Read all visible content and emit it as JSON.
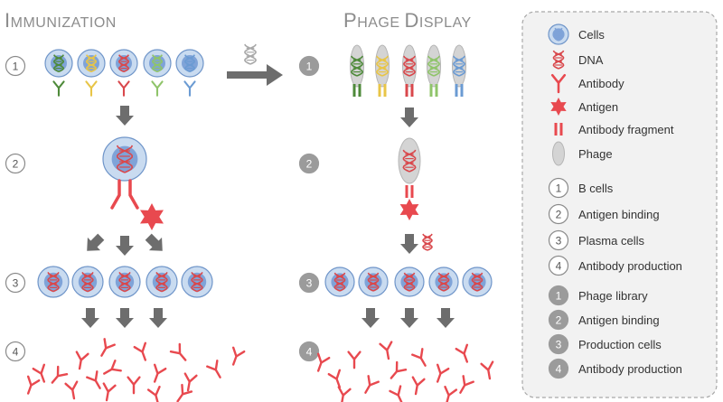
{
  "left_title": {
    "first": "I",
    "rest": "MMUNIZATION"
  },
  "right_title": {
    "first1": "P",
    "rest1": "HAGE ",
    "first2": "D",
    "rest2": "ISPLAY"
  },
  "step_numbers": [
    "1",
    "2",
    "3",
    "4"
  ],
  "legend": {
    "items": [
      {
        "icon": "cell-icon",
        "label": "Cells"
      },
      {
        "icon": "dna-icon",
        "label": "DNA"
      },
      {
        "icon": "antibody-icon",
        "label": "Antibody"
      },
      {
        "icon": "antigen-icon",
        "label": "Antigen"
      },
      {
        "icon": "antibody-fragment-icon",
        "label": "Antibody fragment"
      },
      {
        "icon": "phage-icon",
        "label": "Phage"
      }
    ],
    "immunization_steps": [
      {
        "num": "1",
        "label": "B cells"
      },
      {
        "num": "2",
        "label": "Antigen binding"
      },
      {
        "num": "3",
        "label": "Plasma cells"
      },
      {
        "num": "4",
        "label": "Antibody production"
      }
    ],
    "phage_steps": [
      {
        "num": "1",
        "label": "Phage library"
      },
      {
        "num": "2",
        "label": "Antigen binding"
      },
      {
        "num": "3",
        "label": "Production cells"
      },
      {
        "num": "4",
        "label": "Antibody production"
      }
    ]
  },
  "colors": {
    "title": "#8c8c8c",
    "cell_fill": "#c9dbf0",
    "cell_stroke": "#6f95c9",
    "nucleus": "#7fa3d8",
    "red": "#e8494f",
    "dna_red": "#d9484c",
    "green": "#4e8a3a",
    "light_green": "#8fc46a",
    "yellow": "#e8c547",
    "blue": "#6b9bd3",
    "phage": "#d4d4d4",
    "arrow": "#6d6d6d",
    "legend_bg": "#f2f2f2",
    "legend_border": "#a8a8a8"
  }
}
